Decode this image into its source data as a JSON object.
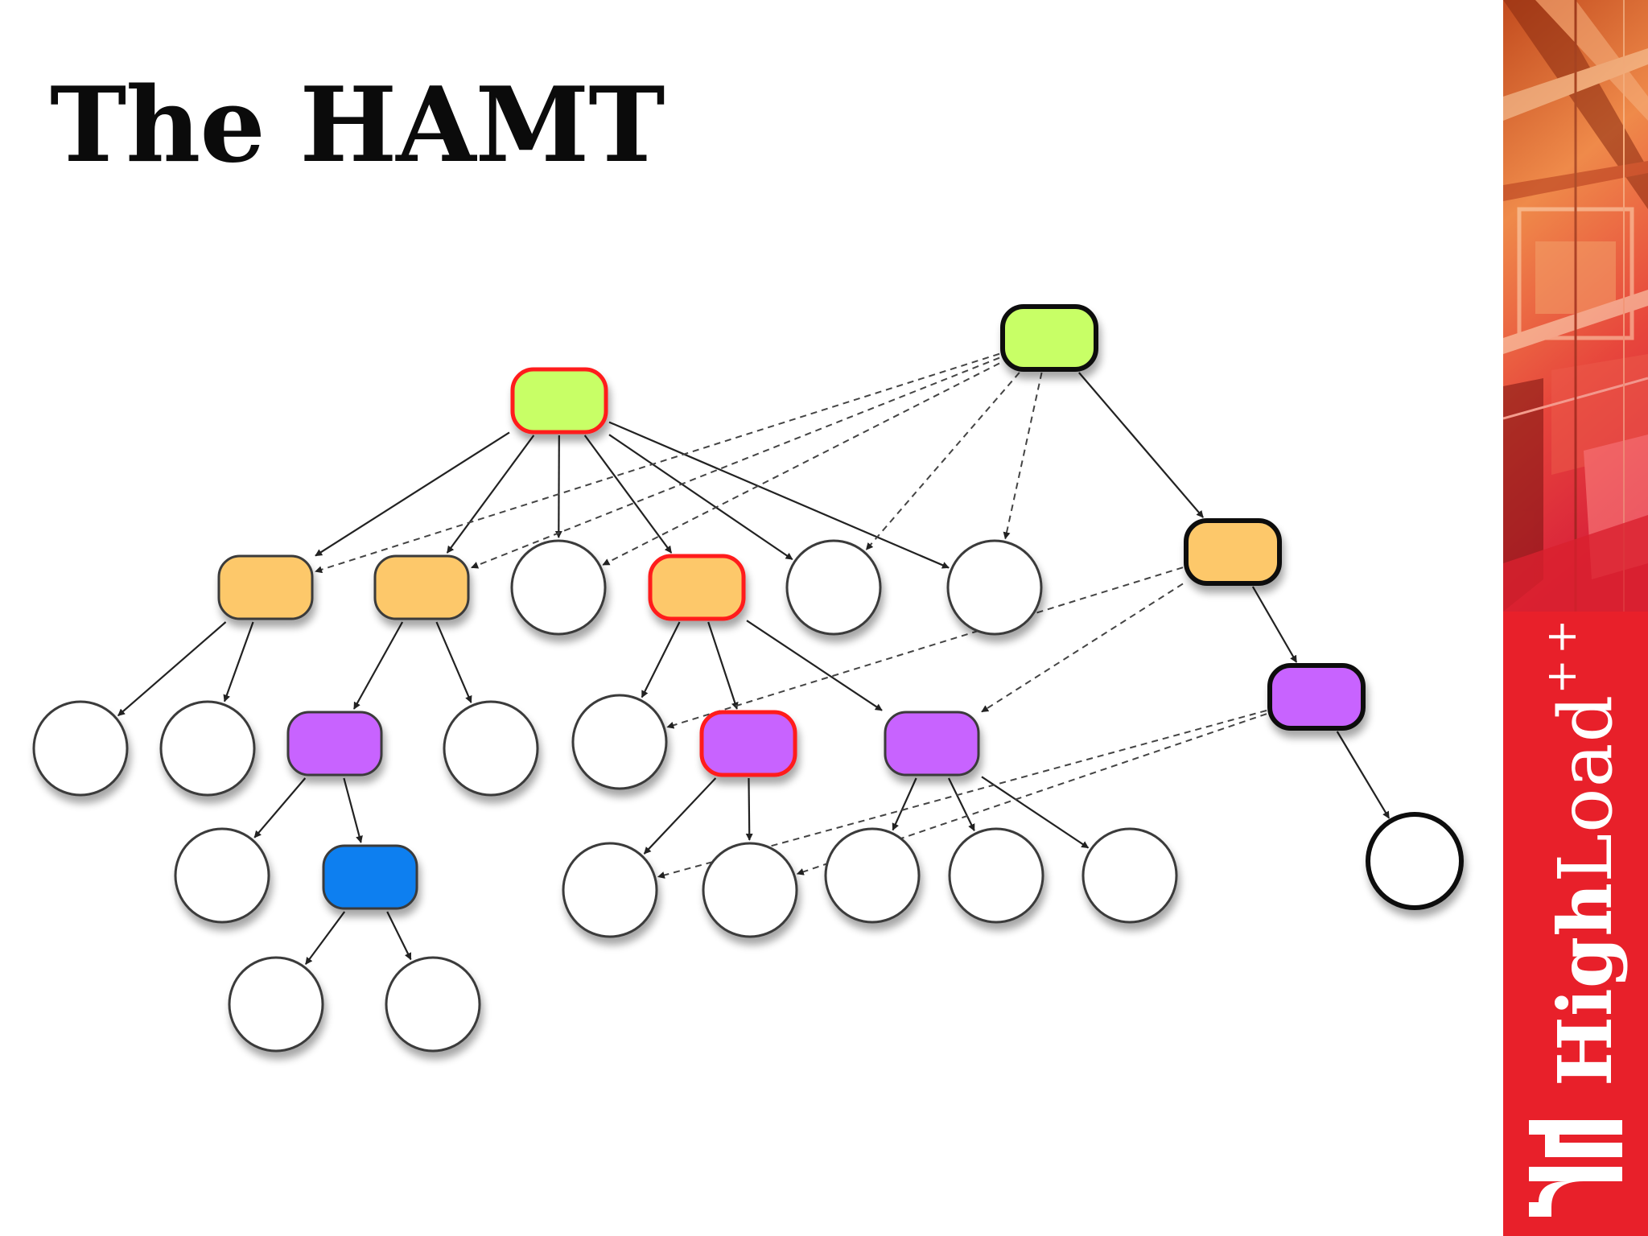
{
  "slide": {
    "title": "The HAMT"
  },
  "branding": {
    "logo_text_bold": "High",
    "logo_text_regular": "Load",
    "logo_superscript": "++",
    "logo_icon": "highload-logo-icon",
    "accent_red": "#e8202a"
  },
  "diagram": {
    "colors": {
      "green": "#c8ff66",
      "orange": "#fdc86a",
      "purple": "#c864ff",
      "blue": "#0a7ff0",
      "empty": "#ffffff",
      "highlight_border": "#ff1a1a",
      "normal_border": "#111111"
    },
    "nodes": [
      {
        "id": "root_new",
        "shape": "rect",
        "color": "green",
        "border": "red"
      },
      {
        "id": "root_old",
        "shape": "rect",
        "color": "green",
        "border": "black"
      },
      {
        "id": "o1",
        "shape": "rect",
        "color": "orange",
        "border": "normal"
      },
      {
        "id": "o2",
        "shape": "rect",
        "color": "orange",
        "border": "normal"
      },
      {
        "id": "c1",
        "shape": "circle",
        "color": "empty",
        "border": "normal"
      },
      {
        "id": "o3",
        "shape": "rect",
        "color": "orange",
        "border": "red"
      },
      {
        "id": "c2",
        "shape": "circle",
        "color": "empty",
        "border": "normal"
      },
      {
        "id": "c3",
        "shape": "circle",
        "color": "empty",
        "border": "normal"
      },
      {
        "id": "o4",
        "shape": "rect",
        "color": "orange",
        "border": "black"
      },
      {
        "id": "l1",
        "shape": "circle",
        "color": "empty",
        "border": "normal"
      },
      {
        "id": "l2",
        "shape": "circle",
        "color": "empty",
        "border": "normal"
      },
      {
        "id": "p1",
        "shape": "rect",
        "color": "purple",
        "border": "normal"
      },
      {
        "id": "l3",
        "shape": "circle",
        "color": "empty",
        "border": "normal"
      },
      {
        "id": "l4",
        "shape": "circle",
        "color": "empty",
        "border": "normal"
      },
      {
        "id": "p2",
        "shape": "rect",
        "color": "purple",
        "border": "red"
      },
      {
        "id": "p3",
        "shape": "rect",
        "color": "purple",
        "border": "normal"
      },
      {
        "id": "p4",
        "shape": "rect",
        "color": "purple",
        "border": "black"
      },
      {
        "id": "m1",
        "shape": "circle",
        "color": "empty",
        "border": "normal"
      },
      {
        "id": "b1",
        "shape": "rect",
        "color": "blue",
        "border": "normal"
      },
      {
        "id": "m2",
        "shape": "circle",
        "color": "empty",
        "border": "normal"
      },
      {
        "id": "m3",
        "shape": "circle",
        "color": "empty",
        "border": "normal"
      },
      {
        "id": "m4",
        "shape": "circle",
        "color": "empty",
        "border": "normal"
      },
      {
        "id": "m5",
        "shape": "circle",
        "color": "empty",
        "border": "normal"
      },
      {
        "id": "m6",
        "shape": "circle",
        "color": "empty",
        "border": "normal"
      },
      {
        "id": "m7",
        "shape": "circle",
        "color": "empty",
        "border": "black"
      },
      {
        "id": "n1",
        "shape": "circle",
        "color": "empty",
        "border": "normal"
      },
      {
        "id": "n2",
        "shape": "circle",
        "color": "empty",
        "border": "normal"
      }
    ],
    "edges": [
      {
        "from": "root_new",
        "to": "o1",
        "style": "solid"
      },
      {
        "from": "root_new",
        "to": "o2",
        "style": "solid"
      },
      {
        "from": "root_new",
        "to": "c1",
        "style": "solid"
      },
      {
        "from": "root_new",
        "to": "o3",
        "style": "solid"
      },
      {
        "from": "root_new",
        "to": "c2",
        "style": "solid"
      },
      {
        "from": "root_new",
        "to": "c3",
        "style": "solid"
      },
      {
        "from": "root_old",
        "to": "o4",
        "style": "solid"
      },
      {
        "from": "root_old",
        "to": "o1",
        "style": "dashed"
      },
      {
        "from": "root_old",
        "to": "o2",
        "style": "dashed"
      },
      {
        "from": "root_old",
        "to": "c1",
        "style": "dashed"
      },
      {
        "from": "root_old",
        "to": "c2",
        "style": "dashed"
      },
      {
        "from": "root_old",
        "to": "c3",
        "style": "dashed"
      },
      {
        "from": "o1",
        "to": "l1",
        "style": "solid"
      },
      {
        "from": "o1",
        "to": "l2",
        "style": "solid"
      },
      {
        "from": "o2",
        "to": "p1",
        "style": "solid"
      },
      {
        "from": "o2",
        "to": "l3",
        "style": "solid"
      },
      {
        "from": "o3",
        "to": "l4",
        "style": "solid"
      },
      {
        "from": "o3",
        "to": "p2",
        "style": "solid"
      },
      {
        "from": "o3",
        "to": "p3",
        "style": "solid"
      },
      {
        "from": "o4",
        "to": "p4",
        "style": "solid"
      },
      {
        "from": "o4",
        "to": "l4",
        "style": "dashed"
      },
      {
        "from": "o4",
        "to": "p3",
        "style": "dashed"
      },
      {
        "from": "p1",
        "to": "m1",
        "style": "solid"
      },
      {
        "from": "p1",
        "to": "b1",
        "style": "solid"
      },
      {
        "from": "p2",
        "to": "m2",
        "style": "solid"
      },
      {
        "from": "p2",
        "to": "m3",
        "style": "solid"
      },
      {
        "from": "p3",
        "to": "m4",
        "style": "solid"
      },
      {
        "from": "p3",
        "to": "m5",
        "style": "solid"
      },
      {
        "from": "p3",
        "to": "m6",
        "style": "solid"
      },
      {
        "from": "p4",
        "to": "m7",
        "style": "solid"
      },
      {
        "from": "p4",
        "to": "m2",
        "style": "dashed"
      },
      {
        "from": "p4",
        "to": "m3",
        "style": "dashed"
      },
      {
        "from": "b1",
        "to": "n1",
        "style": "solid"
      },
      {
        "from": "b1",
        "to": "n2",
        "style": "solid"
      }
    ]
  }
}
